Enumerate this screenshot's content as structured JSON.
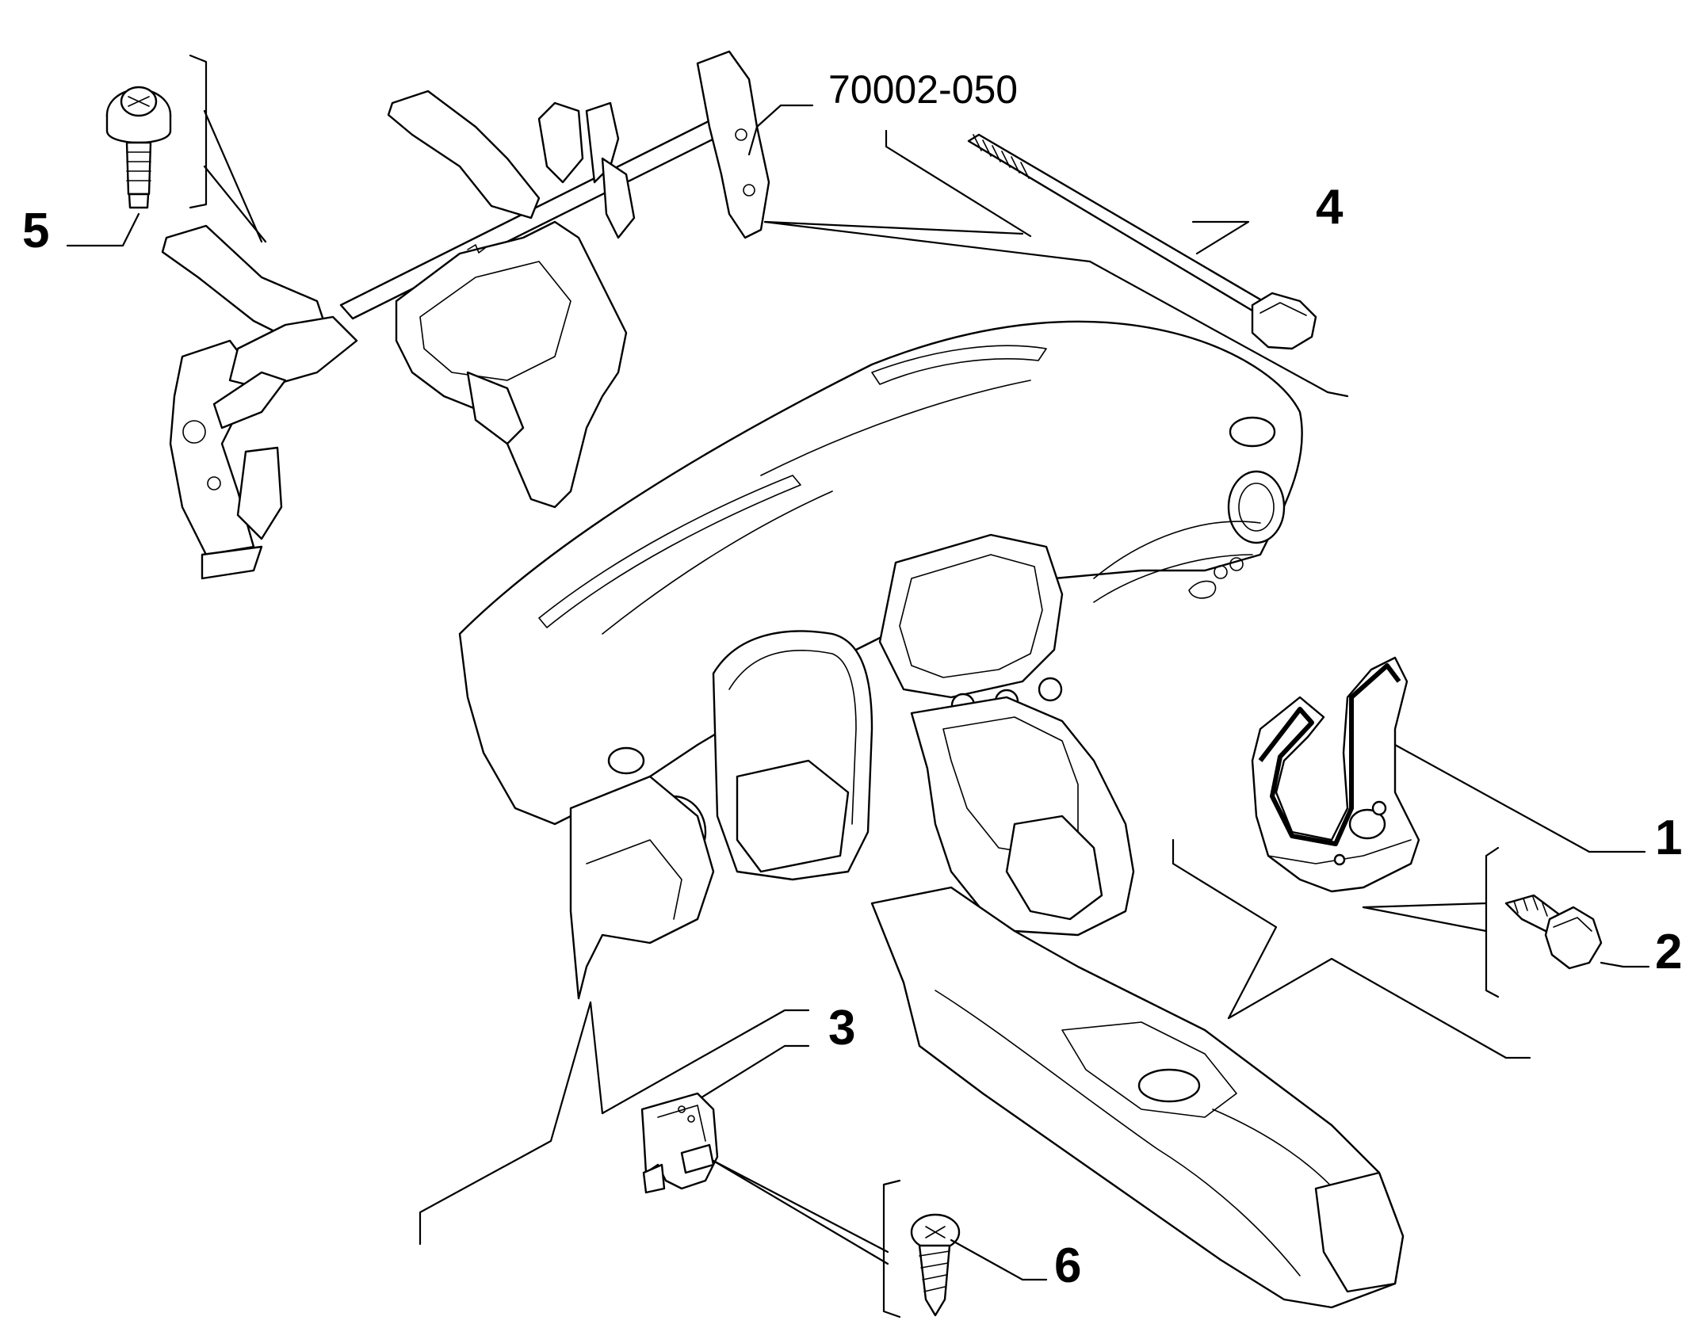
{
  "diagram": {
    "reference": "70002-050",
    "callouts": [
      {
        "id": "1",
        "text": "1"
      },
      {
        "id": "2",
        "text": "2"
      },
      {
        "id": "3",
        "text": "3"
      },
      {
        "id": "4",
        "text": "4"
      },
      {
        "id": "5",
        "text": "5"
      },
      {
        "id": "6",
        "text": "6"
      }
    ],
    "emblem_icon": "fiat-500-logo-icon"
  }
}
